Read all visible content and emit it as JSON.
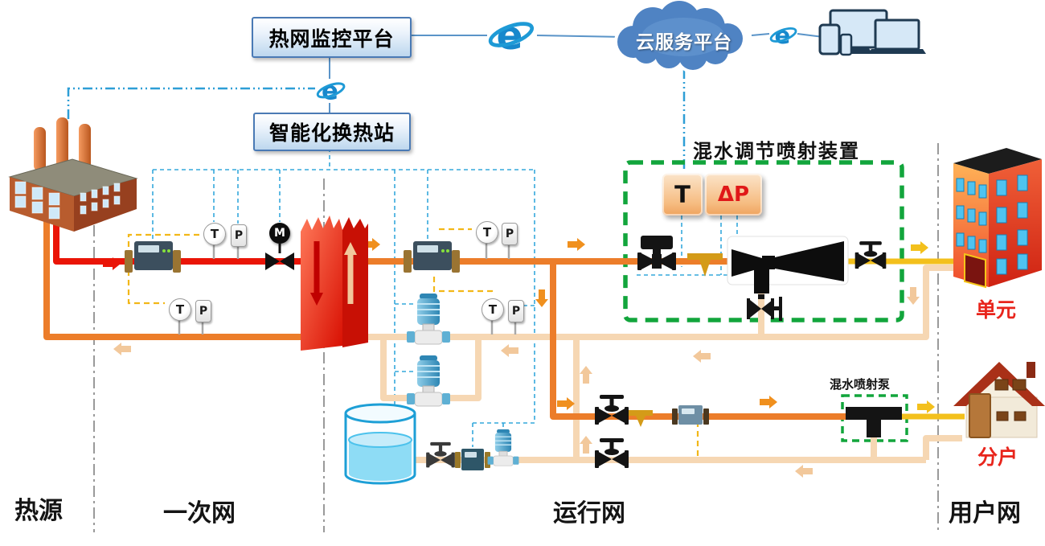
{
  "header": {
    "monitor_platform": "热网监控平台",
    "smart_station": "智能化换热站",
    "cloud_platform": "云服务平台"
  },
  "mixing_device": {
    "title": "混水调节喷射装置",
    "temperature": "T",
    "delta_p": "ΔP"
  },
  "jet_pump": {
    "label": "混水喷射泵"
  },
  "sensors": {
    "temperature": "T",
    "pressure": "P",
    "motor": "M"
  },
  "buildings": {
    "unit": "单元",
    "household": "分户"
  },
  "zones": {
    "heat_source": "热源",
    "primary_network": "一次网",
    "operation_network": "运行网",
    "user_network": "用户网"
  },
  "colors": {
    "supply_primary": "#ea1507",
    "supply_secondary": "#ec7d2a",
    "supply_mixed": "#f3c01c",
    "return_pipe": "#f6d7b3",
    "control_green": "#12a53c",
    "comm_blue": "#35a8dc",
    "signal_yellow": "#f2b718",
    "label_red": "#e8251c"
  }
}
